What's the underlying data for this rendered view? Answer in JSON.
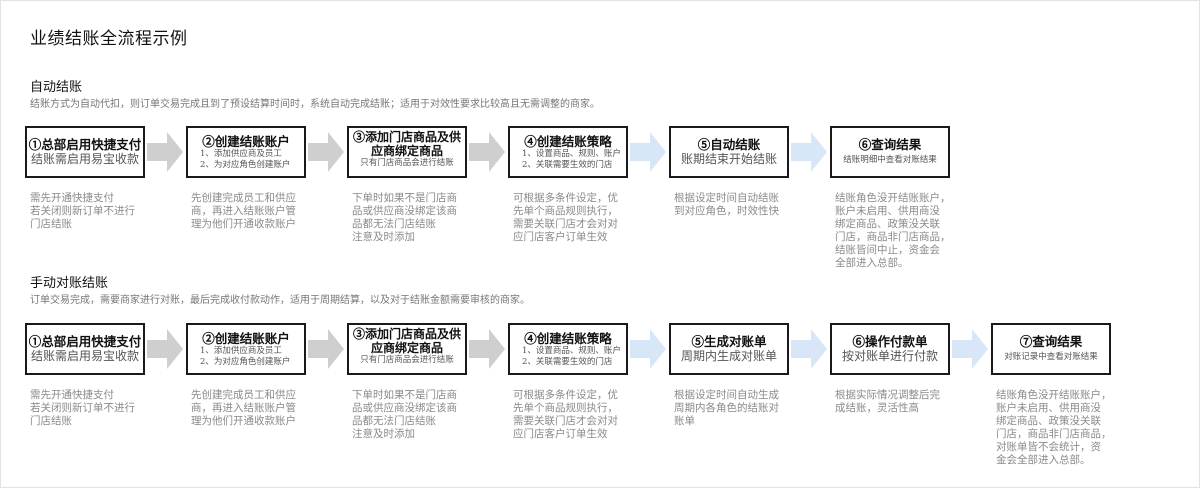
{
  "title": "业绩结账全流程示例",
  "colors": {
    "gray_arrow": "#cfcfcf",
    "blue_arrow": "#d7e7f7"
  },
  "auto": {
    "title": "自动结账",
    "desc": "结账方式为自动代扣，则订单交易完成且到了预设结算时间时，系统自动完成结账；适用于对效性要求比较高且无需调整的商家。",
    "steps": [
      {
        "title": "①总部启用快捷支付",
        "sub": "结账需启用易宝收款",
        "note": "需先开通快捷支付\n若关闭则新订单不进行\n门店结账"
      },
      {
        "title": "②创建结账账户",
        "sub": "1、添加供应商及员工\n2、为对应角色创建账户",
        "note": "先创建完成员工和供应\n商，再进入结账账户管\n理为他们开通收款账户"
      },
      {
        "title": "③添加门店商品及供\n应商绑定商品",
        "sub": "只有门店商品会进行结账",
        "note": "下单时如果不是门店商\n品或供应商没绑定该商\n品都无法门店结账\n注意及时添加"
      },
      {
        "title": "④创建结账策略",
        "sub": "1、设置商品、规则、账户\n2、关联需要生效的门店",
        "note": "可根据多条件设定，优\n先单个商品规则执行，\n需要关联门店才会对对\n应门店客户订单生效"
      },
      {
        "title": "⑤自动结账",
        "sub": "账期结束开始结账",
        "note": "根据设定时间自动结账\n到对应角色，时效性快"
      },
      {
        "title": "⑥查询结果",
        "sub": "结账明细中查看对账结果",
        "note": "结账角色没开结账账户，\n账户未启用、供用商没\n绑定商品、政策没关联\n门店，商品非门店商品，\n结账皆间中止，资金会\n全部进入总部。"
      }
    ]
  },
  "manual": {
    "title": "手动对账结账",
    "desc": "订单交易完成，需要商家进行对账，最后完成收付款动作，适用于周期结算，以及对于结账金额需要审核的商家。",
    "steps": [
      {
        "title": "①总部启用快捷支付",
        "sub": "结账需启用易宝收款",
        "note": "需先开通快捷支付\n若关闭则新订单不进行\n门店结账"
      },
      {
        "title": "②创建结账账户",
        "sub": "1、添加供应商及员工\n2、为对应角色创建账户",
        "note": "先创建完成员工和供应\n商，再进入结账账户管\n理为他们开通收款账户"
      },
      {
        "title": "③添加门店商品及供\n应商绑定商品",
        "sub": "只有门店商品会进行结账",
        "note": "下单时如果不是门店商\n品或供应商没绑定该商\n品都无法门店结账\n注意及时添加"
      },
      {
        "title": "④创建结账策略",
        "sub": "1、设置商品、规则、账户\n2、关联需要生效的门店",
        "note": "可根据多条件设定，优\n先单个商品规则执行，\n需要关联门店才会对对\n应门店客户订单生效"
      },
      {
        "title": "⑤生成对账单",
        "sub": "周期内生成对账单",
        "note": "根据设定时间自动生成\n周期内各角色的结账对\n账单"
      },
      {
        "title": "⑥操作付款单",
        "sub": "按对账单进行付款",
        "note": "根据实际情况调整后完\n成结账，灵活性高"
      },
      {
        "title": "⑦查询结果",
        "sub": "对账记录中查看对账结果",
        "note": "结账角色没开结账账户，\n账户未启用、供用商没\n绑定商品、政策没关联\n门店，商品非门店商品，\n对账单皆不会统计，资\n金会全部进入总部。"
      }
    ]
  }
}
